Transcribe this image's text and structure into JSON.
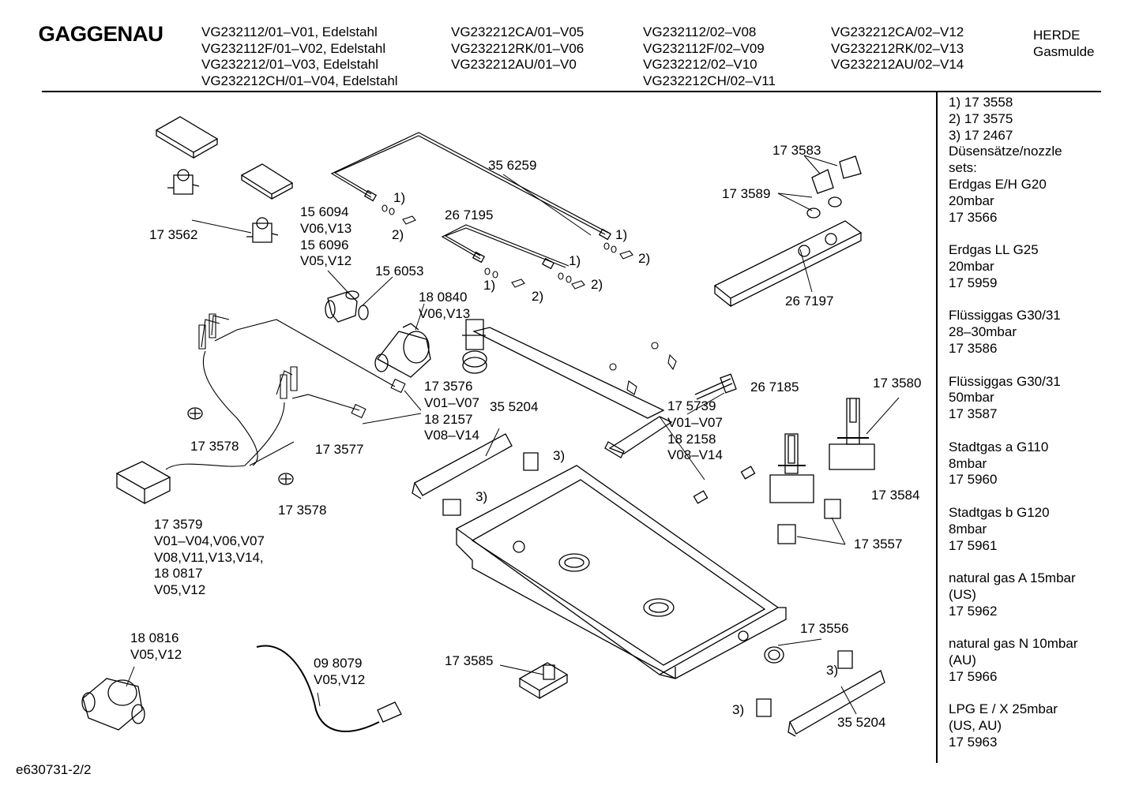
{
  "header": {
    "brand": "GAGGENAU",
    "col1": [
      "VG232112/01–V01, Edelstahl",
      "VG232112F/01–V02, Edelstahl",
      "VG232212/01–V03, Edelstahl",
      "VG232212CH/01–V04, Edelstahl"
    ],
    "col2": [
      "VG232212CA/01–V05",
      "VG232212RK/01–V06",
      "VG232212AU/01–V0"
    ],
    "col3": [
      "VG232112/02–V08",
      "VG232112F/02–V09",
      "VG232212/02–V10",
      "VG232212CH/02–V11"
    ],
    "col4": [
      "VG232212CA/02–V12",
      "VG232212RK/02–V13",
      "VG232212AU/02–V14"
    ],
    "category": [
      "HERDE",
      "Gasmulde"
    ]
  },
  "sidebar": {
    "groups": [
      [
        "1) 17 3558",
        "2) 17 3575",
        "3) 17 2467",
        "Düsensätze/nozzle",
        "sets:",
        "Erdgas E/H G20",
        "20mbar",
        "17 3566"
      ],
      [
        "Erdgas LL G25",
        "20mbar",
        "17 5959"
      ],
      [
        "Flüssiggas G30/31",
        "28–30mbar",
        "17 3586"
      ],
      [
        "Flüssiggas G30/31",
        "50mbar",
        "17 3587"
      ],
      [
        "Stadtgas a G110",
        "8mbar",
        "17 5960"
      ],
      [
        "Stadtgas b G120",
        "8mbar",
        "17 5961"
      ],
      [
        "natural gas A 15mbar",
        "(US)",
        "17 5962"
      ],
      [
        "natural gas N 10mbar",
        "(AU)",
        "17 5966"
      ],
      [
        "LPG E / X 25mbar",
        "(US, AU)",
        "17 5963"
      ]
    ]
  },
  "labels": {
    "p173562": "17 3562",
    "p156094": [
      "15 6094",
      "V06,V13",
      "15 6096",
      "V05,V12"
    ],
    "p156053": "15 6053",
    "p356259": "35 6259",
    "p267195": "26 7195",
    "n1a": "1)",
    "n2a": "2)",
    "n1b": "1)",
    "n2b": "2)",
    "n1c": "1)",
    "n2c": "2)",
    "n1d": "1)",
    "n2d": "2)",
    "p180840": [
      "18 0840",
      "V06,V13"
    ],
    "p173583": "17 3583",
    "p173589": "17 3589",
    "p267197": "26 7197",
    "p173576": [
      "17 3576",
      "V01–V07",
      "18 2157",
      "V08–V14"
    ],
    "p355204a": "35 5204",
    "p173578a": "17 3578",
    "p173577": "17 3577",
    "p173578b": "17 3578",
    "p173579": [
      "17 3579",
      "V01–V04,V06,V07",
      "V08,V11,V13,V14,",
      "18 0817",
      "V05,V12"
    ],
    "p175739": [
      "17 5739",
      "V01–V07",
      "18 2158",
      "V08–V14"
    ],
    "p267185": "26 7185",
    "p173580": "17 3580",
    "p173584": "17 3584",
    "p173557": "17 3557",
    "n3a": "3)",
    "n3b": "3)",
    "n3c": "3)",
    "n3d": "3)",
    "p180816": [
      "18 0816",
      "V05,V12"
    ],
    "p098079": [
      "09 8079",
      "V05,V12"
    ],
    "p173585": "17 3585",
    "p173556": "17 3556",
    "p355204b": "35 5204"
  },
  "footer": "e630731-2/2"
}
